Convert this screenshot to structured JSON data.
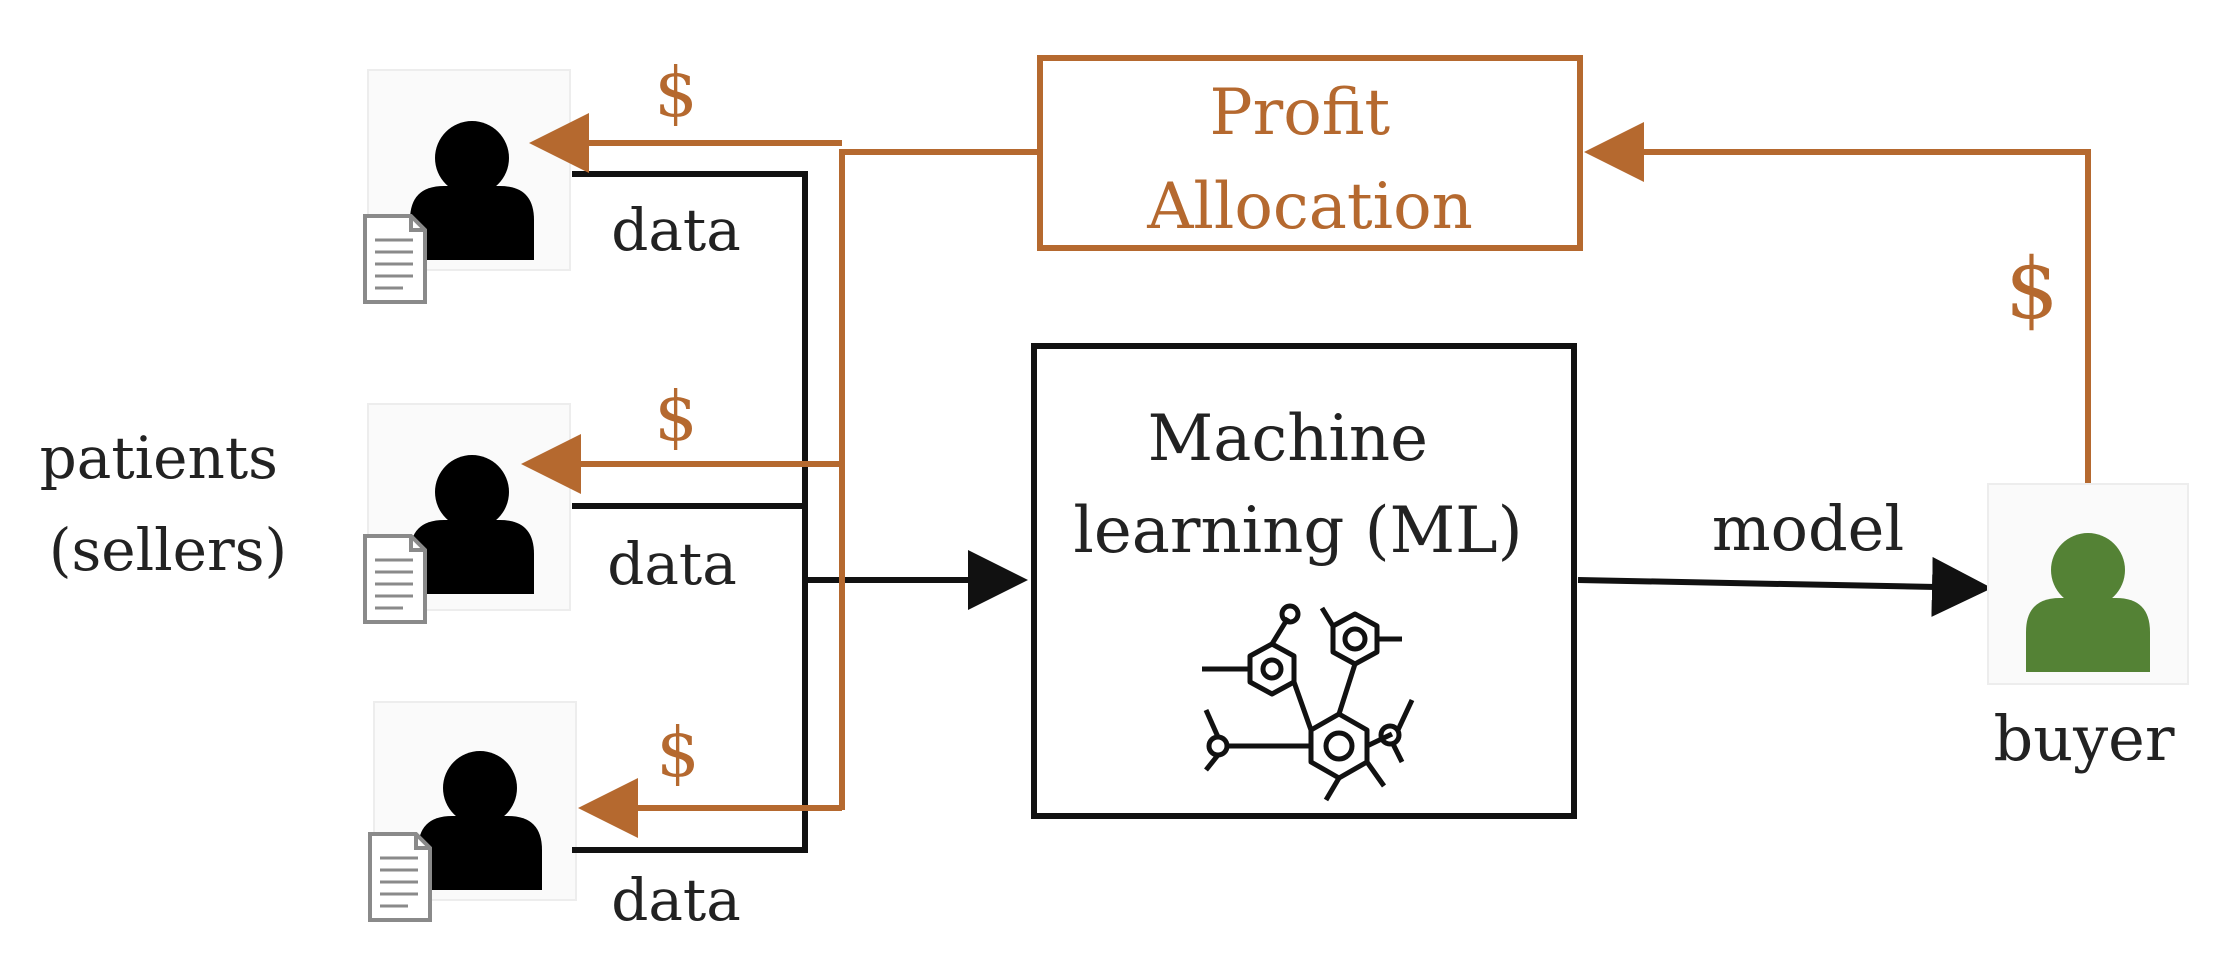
{
  "colors": {
    "money": "#b5692f",
    "data_flow": "#111111",
    "buyer": "#548235",
    "seller": "#000000"
  },
  "sellers_label": [
    "patients",
    "(sellers)"
  ],
  "sellers": [
    {
      "payment_label": "$",
      "data_label": "data",
      "icon": "user-icon",
      "doc_icon": "document-icon"
    },
    {
      "payment_label": "$",
      "data_label": "data",
      "icon": "user-icon",
      "doc_icon": "document-icon"
    },
    {
      "payment_label": "$",
      "data_label": "data",
      "icon": "user-icon",
      "doc_icon": "document-icon"
    }
  ],
  "profit_allocation": {
    "line1": "Profit",
    "line2": "Allocation"
  },
  "ml_box": {
    "line1": "Machine",
    "line2": "learning (ML)",
    "icon": "molecule-icon"
  },
  "model_label": "model",
  "buyer": {
    "label": "buyer",
    "payment_label": "$",
    "icon": "user-icon"
  }
}
